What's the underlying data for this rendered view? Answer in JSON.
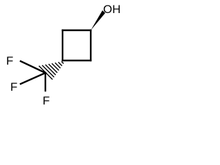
{
  "molecule": {
    "atoms": {
      "oh": "OH",
      "f1": "F",
      "f2": "F",
      "f3": "F"
    },
    "bonds": {
      "c1_oh": "wedge",
      "c3_cf3": "hash"
    },
    "colors": {
      "ink": "#000000",
      "background": "#ffffff"
    }
  }
}
